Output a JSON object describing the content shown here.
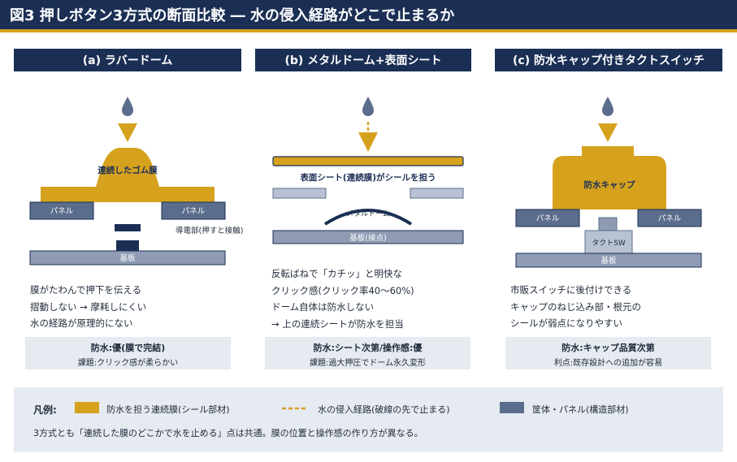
{
  "title": "図3 押しボタン3方式の断面比較 ― 水の侵入経路がどこで止まるか",
  "colors": {
    "navy": "#1b2f55",
    "gold": "#d6a21e",
    "steel": "#5b6d8c",
    "light_panel": "#e6eaf1"
  },
  "columns": [
    {
      "header": "(a) ラバードーム",
      "labels": {
        "membrane": "連続したゴム膜",
        "panel_left": "パネル",
        "panel_right": "パネル",
        "conductor": "導電部(押すと接触)",
        "board": "基板"
      },
      "desc": [
        "膜がたわんで押下を伝える",
        "摺動しない → 摩耗しにくい",
        "水の経路が原理的にない"
      ],
      "summary_title": "防水:優(膜で完結)",
      "summary_sub": "課題:クリック感が柔らかい"
    },
    {
      "header": "(b) メタルドーム+表面シート",
      "labels": {
        "sheet": "表面シート(連続膜)がシールを担う",
        "dome": "メタルドーム",
        "board": "基板(接点)"
      },
      "desc": [
        "反転ばねで「カチッ」と明快な",
        "クリック感(クリック率40〜60%)",
        "ドーム自体は防水しない",
        "→ 上の連続シートが防水を担当"
      ],
      "summary_title": "防水:シート次第/操作感:優",
      "summary_sub": "課題:過大押圧でドーム永久変形"
    },
    {
      "header": "(c) 防水キャップ付きタクトスイッチ",
      "labels": {
        "cap": "防水キャップ",
        "panel_left": "パネル",
        "panel_right": "パネル",
        "switch": "タクトSW",
        "board": "基板"
      },
      "desc": [
        "市販スイッチに後付けできる",
        "キャップのねじ込み部・根元の",
        "シールが弱点になりやすい"
      ],
      "summary_title": "防水:キャップ品質次第",
      "summary_sub": "利点:既存設計への追加が容易"
    }
  ],
  "legend": {
    "title": "凡例:",
    "items": [
      "防水を担う連続膜(シール部材)",
      "水の侵入経路(破線の先で止まる)",
      "筐体・パネル(構造部材)"
    ],
    "note": "3方式とも「連続した膜のどこかで水を止める」点は共通。膜の位置と操作感の作り方が異なる。"
  }
}
